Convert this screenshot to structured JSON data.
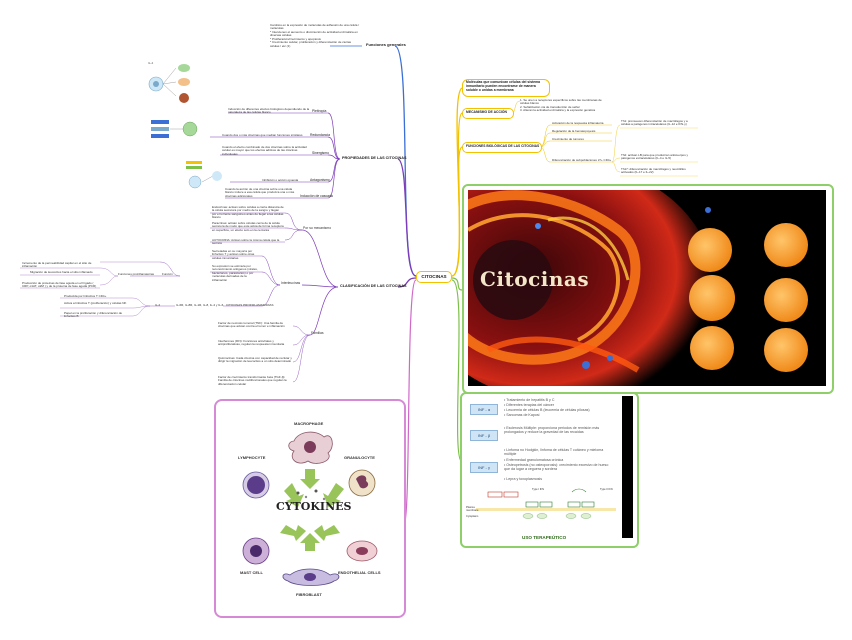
{
  "colors": {
    "root": "#f2c200",
    "branch_blue": "#3b6fd6",
    "branch_purple": "#7d3cb8",
    "branch_green": "#7cc04a",
    "branch_pink": "#d068c8"
  },
  "root": {
    "label": "CITOCINAS"
  },
  "left": {
    "funciones_generales": {
      "label": "Funciones generales",
      "text": "Cambios en la expresión de moléculas de adhesión de una célula / moléculas\n* Intervienen el aumento o disminución de actividad enzimática en diversas células\n* Proliferación/crecimiento y apoptosis\n* Crecimiento celular, proliferación y diferenciación de ciertas células / etc (1)"
    },
    "propiedades": {
      "label": "PROPIEDADES DE LAS CITOCINAS",
      "items": [
        {
          "label": "Pleitropía",
          "text": "Inducción de diferentes efectos biológicos dependiendo de la naturaleza de las células blanco"
        },
        {
          "label": "Redundancia",
          "text": "Cuando dos o más citocinas que median funciones similares"
        },
        {
          "label": "Sinergismo",
          "text": "Cuando el efecto combinado de dos citocinas sobre la actividad celular es mayor que los efectos aditivos de las citocinas individuales"
        },
        {
          "label": "Antagonismo",
          "text": "Inhibición o acción opuesta"
        },
        {
          "label": "Inducción de cascada",
          "text": "Cuando la acción de una citocina sobre una célula blanco induce a esa célula que produzca una o más citocinas adicionales"
        }
      ]
    },
    "clasificacion": {
      "label": "CLASIFICACIÓN DE LAS CITOCINAS",
      "por_su_mecanismo": {
        "label": "Por su mecanismo",
        "items": [
          "Endocrinas: actúan sobre células a cierta distancia de la célula secretora por medio de la sangre y llegan por el torrente sanguíneo antes de llegar a las células blanco",
          "Paracrinas: actúan sobre células cerca de la célula secretora de modo que este actúa de forma receptora en superficie, un efecto solo en la cercanía",
          "AUTOCRINA: Actúan sobre la misma célula que la secreta"
        ]
      },
      "interleucinas": {
        "label": "Interleucinas",
        "text": "Secretadas en su mayoría por linfocitos T y actúan sobre otras células inmunitarias",
        "funcion": {
          "label": "Función",
          "text": "Su expresión se estimula por reconocimiento antígenos (virales, bacterianos, parasitarios) o por moléculas derivadas de la inflamación"
        },
        "funciones_proinflamatorias": {
          "label": "Funciones proinflamatorias",
          "items": [
            "Incremento de la permeabilidad capilar en el sitio de inflamación",
            "Migración de leucocitos hacia el sitio inflamado",
            "Producción de proteínas de fase aguda en el hígado ( CRP, α1AT, α2M ) y de la proteína de fase aguda (PCR)"
          ]
        },
        "il2": {
          "label": "IL-2",
          "sub": "IL-6R, IL-8R, IL-1R, IL-8, IL-4 y IL-6",
          "desc": "CITOCINAS PROINFLAMATORIAS",
          "items": [
            "Producida por linfocitos T CD4+",
            "Activa a linfocitos T (proliferación) y células NK",
            "Papel en la proliferación y diferenciación de linfocitos B"
          ]
        }
      },
      "familias": {
        "label": "Familias",
        "items": [
          "Factor de necrosis tumoral (TNF): Una familia de citocinas que actúan contra el tumor e inflamación",
          "Interferones (IFN): Funciones antivirales y antiproliferativas, regulan la respuesta inmunitaria",
          "Quimiocinas: Cada citocina con capacidad de reclutar y dirigir la migración de leucocitos a un sitio determinado",
          "Factor de crecimiento transformante beta (TGF-β): Familia de citocinas multifuncionales que regulan la diferenciación celular"
        ]
      }
    }
  },
  "right": {
    "definicion": {
      "text": "Moléculas que comunican células del sistema inmunitario pueden encontrarse de manera soluble o unidas a membrana"
    },
    "mecanismo": {
      "label": "MECANISMO DE ACCIÓN",
      "text": "1. Se unen a receptores específicos sobre las membranas de células blanco\n2. Señalización vía de transducción de señal\n3. Alteran la actividad enzimática y la expresión genética"
    },
    "funciones_biologicas": {
      "label": "FUNCIONES BIOLÓGICAS DE LAS CITOCINAS",
      "items": [
        "Activación de la respuesta inflamatoria",
        "Regulación de la hematopoyesis",
        "Crecimiento de tumores",
        "Diferenciación de subpoblaciones LT+ CD4+"
      ],
      "subs": [
        "Th1: promueven diferenciación de macrófagos y a células a patógenos intracelulares (IL-12 e IFN-γ)",
        "Th2: activan LB para que produzcan anticuerpos y patógenos extracelulares (IL-4 e IL-5)",
        "Th17: diferenciación de macrófagos y neutrófilos activados (IL-17 e IL-22)"
      ]
    }
  },
  "image_title": "Citocinas",
  "uso_terapeutico": {
    "label": "USO TERAPEÚTICO",
    "blocks": [
      {
        "tag": "INF - α",
        "lines": [
          "Tratamiento de hepatitis B y C",
          "Diferentes terapias del cáncer",
          "Leucemia de células B (leucemia de células pilosas)",
          "Sarcomas de Kaposi"
        ]
      },
      {
        "tag": "INF - β",
        "lines": [
          "Esclerosis Múltiple: proporciona periodos de remisión más prolongados y reduce la gravedad de las recaídas"
        ]
      },
      {
        "tag": "INF - γ",
        "lines": [
          "Linfoma no Hodgkin, linfoma de células T cutáneo y mieloma múltiple",
          "Enfermedad granulomatosa crónica",
          "Osteopetrosis (no osteoporosis): crecimiento excesivo de hueso que da lugar a ceguera y sordera",
          "Lepra y toxoplasmosis"
        ]
      }
    ],
    "diagram_labels": [
      "Type I IFN",
      "Type II IFN",
      "Plasma membrane",
      "Cytoplasm"
    ]
  },
  "cytokine_panel": {
    "title": "CYTOKINES",
    "cells": [
      "MACROPHAGE",
      "LYMPHOCYTE",
      "GRANULOCYTE",
      "MAST CELL",
      "ENDOTHELIAL CELLS",
      "FIBROBLAST"
    ]
  }
}
